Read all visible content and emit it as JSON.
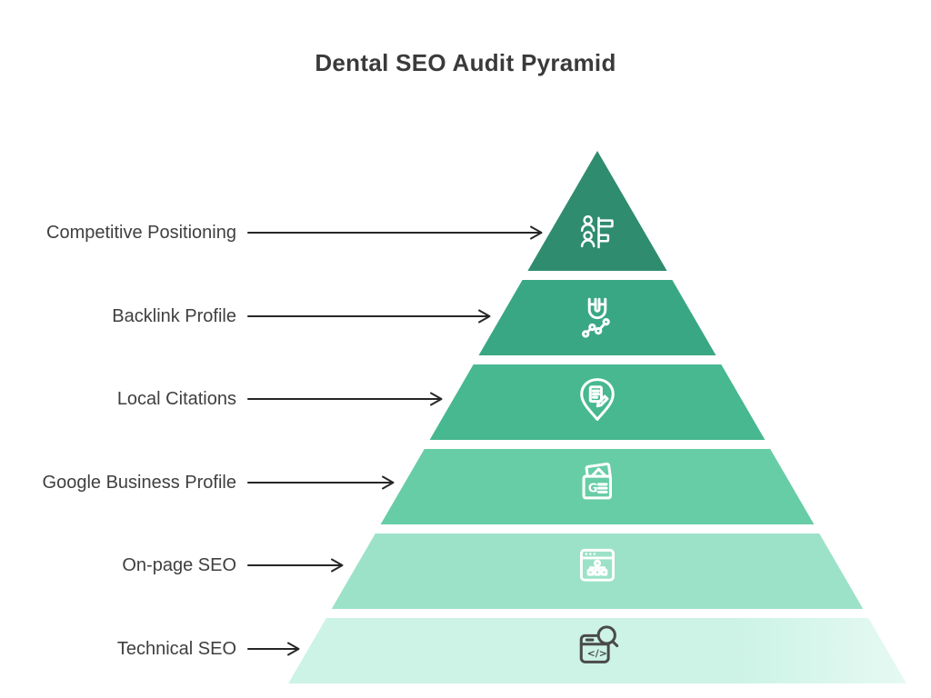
{
  "title": "Dental SEO Audit Pyramid",
  "pyramid": {
    "background_color": "#FFFFFF",
    "arrow_color": "#262626",
    "label_text_color": "#3F3F3F",
    "icon_stroke_light": "#FFFFFF",
    "icon_stroke_dark": "#4A4A4A",
    "levels": [
      {
        "label": "Competitive Positioning",
        "color": "#2F8C6F",
        "icon": "competitive-positioning-people-bars-icon"
      },
      {
        "label": "Backlink Profile",
        "color": "#3AA784",
        "icon": "backlink-magnet-chart-icon"
      },
      {
        "label": "Local Citations",
        "color": "#47B890",
        "icon": "local-citations-map-pin-document-icon"
      },
      {
        "label": "Google Business Profile",
        "color": "#67CDA7",
        "icon": "google-business-cards-icon",
        "icon_glyph": "G"
      },
      {
        "label": "On-page SEO",
        "color": "#9BE2C8",
        "icon": "onpage-browser-sitemap-icon"
      },
      {
        "label": "Technical SEO",
        "color": "#CCF3E6",
        "icon": "technical-code-search-icon",
        "icon_glyph": "</>"
      }
    ]
  }
}
